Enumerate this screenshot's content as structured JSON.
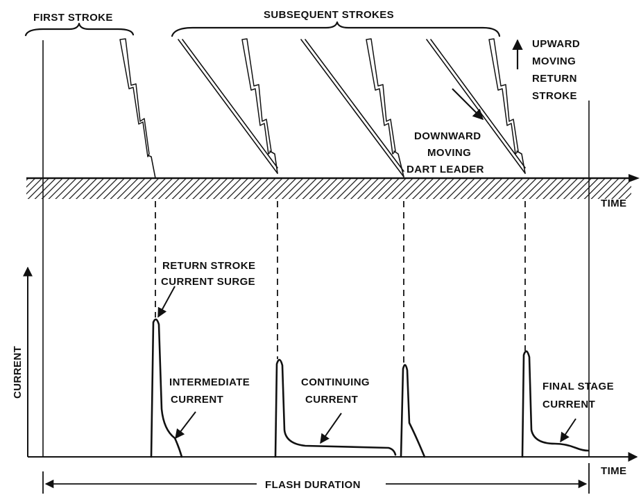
{
  "labels": {
    "first_stroke": "FIRST STROKE",
    "subsequent_strokes": "SUBSEQUENT STROKES",
    "upward_line1": "UPWARD",
    "upward_line2": "MOVING",
    "upward_line3": "RETURN",
    "upward_line4": "STROKE",
    "downward_line1": "DOWNWARD",
    "downward_line2": "MOVING",
    "downward_line3": "DART LEADER",
    "time_top": "TIME",
    "return_surge_line1": "RETURN STROKE",
    "return_surge_line2": "CURRENT SURGE",
    "intermediate_line1": "INTERMEDIATE",
    "intermediate_line2": "CURRENT",
    "continuing_line1": "CONTINUING",
    "continuing_line2": "CURRENT",
    "final_line1": "FINAL STAGE",
    "final_line2": "CURRENT",
    "current_axis": "CURRENT",
    "time_bottom": "TIME",
    "flash_duration": "FLASH DURATION"
  }
}
